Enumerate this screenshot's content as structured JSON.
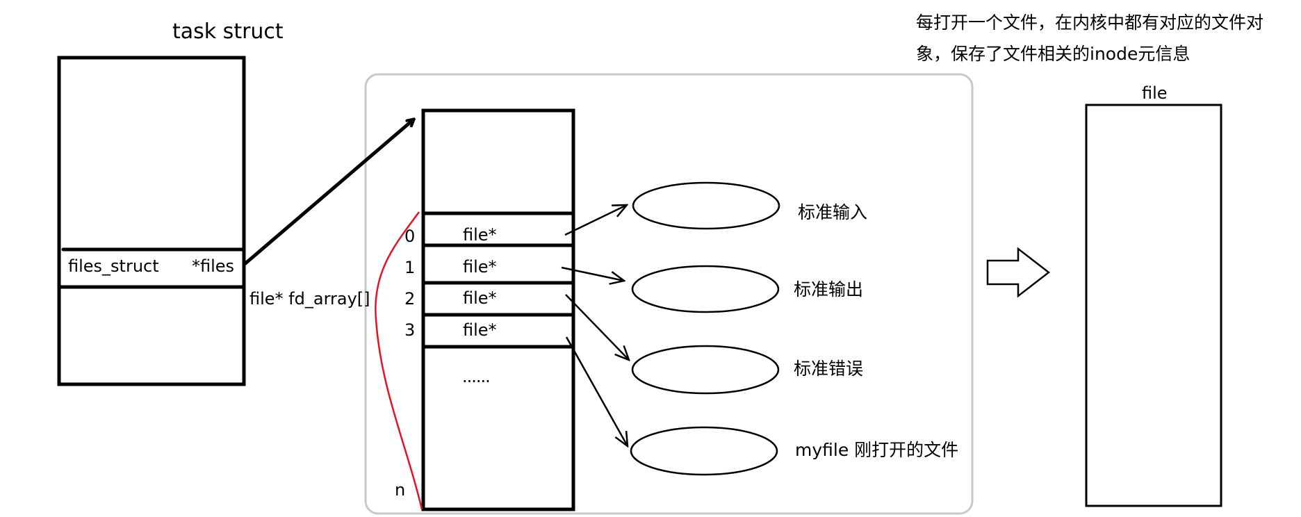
{
  "task_struct": {
    "title": "task  struct",
    "field_type": "files_struct",
    "field_name": "*files"
  },
  "files_struct": {
    "array_label": "file* fd_array[]",
    "slots": [
      {
        "index": "0",
        "value": "file*"
      },
      {
        "index": "1",
        "value": "file*"
      },
      {
        "index": "2",
        "value": "file*"
      },
      {
        "index": "3",
        "value": "file*"
      }
    ],
    "ellipsis": "......",
    "last_index": "n"
  },
  "open_files": [
    {
      "label": "标准输入"
    },
    {
      "label": "标准输出"
    },
    {
      "label": "标准错误"
    },
    {
      "label": "myfile 刚打开的文件"
    }
  ],
  "file_object": {
    "title": "file",
    "note": "每打开一个文件，在内核中都有对应的文件对象，保存了文件相关的inode元信息"
  },
  "colors": {
    "stroke": "#000000",
    "panel_border": "#c8c8c8",
    "highlight_curve": "#e81123"
  }
}
